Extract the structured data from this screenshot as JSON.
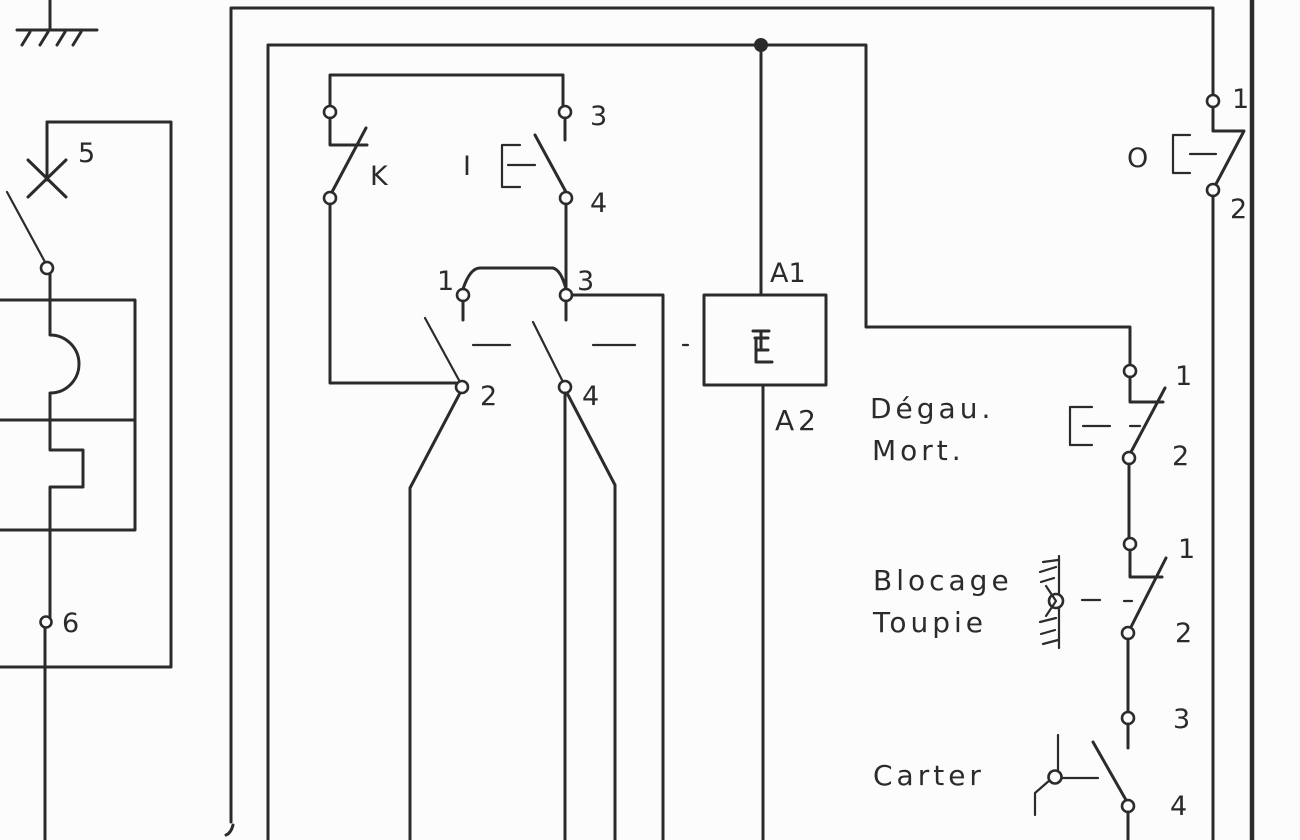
{
  "diagram": {
    "left_breaker": {
      "terminal_top": "5",
      "terminal_bottom": "6"
    },
    "stop_contact_k": {
      "label": "K"
    },
    "start_button": {
      "label": "I",
      "terminal_top": "3",
      "terminal_bottom": "4"
    },
    "relay_contacts": {
      "t1": "1",
      "t3": "3",
      "t2": "2",
      "t4": "4"
    },
    "relay_coil": {
      "a1": "A1",
      "a2": "A2"
    },
    "stop_button": {
      "label": "O",
      "terminal_top": "1",
      "terminal_bottom": "2"
    },
    "degau_switch": {
      "label_line1": "Dégau.",
      "label_line2": "Mort.",
      "terminal_top": "1",
      "terminal_bottom": "2"
    },
    "blocage_switch": {
      "label_line1": "Blocage",
      "label_line2": "Toupie",
      "terminal_top": "1",
      "terminal_bottom": "2"
    },
    "carter_switch": {
      "label": "Carter",
      "terminal_top": "3",
      "terminal_bottom": "4"
    },
    "colors": {
      "ink": "#2b2b2b",
      "paper": "#fcfcfc"
    }
  }
}
